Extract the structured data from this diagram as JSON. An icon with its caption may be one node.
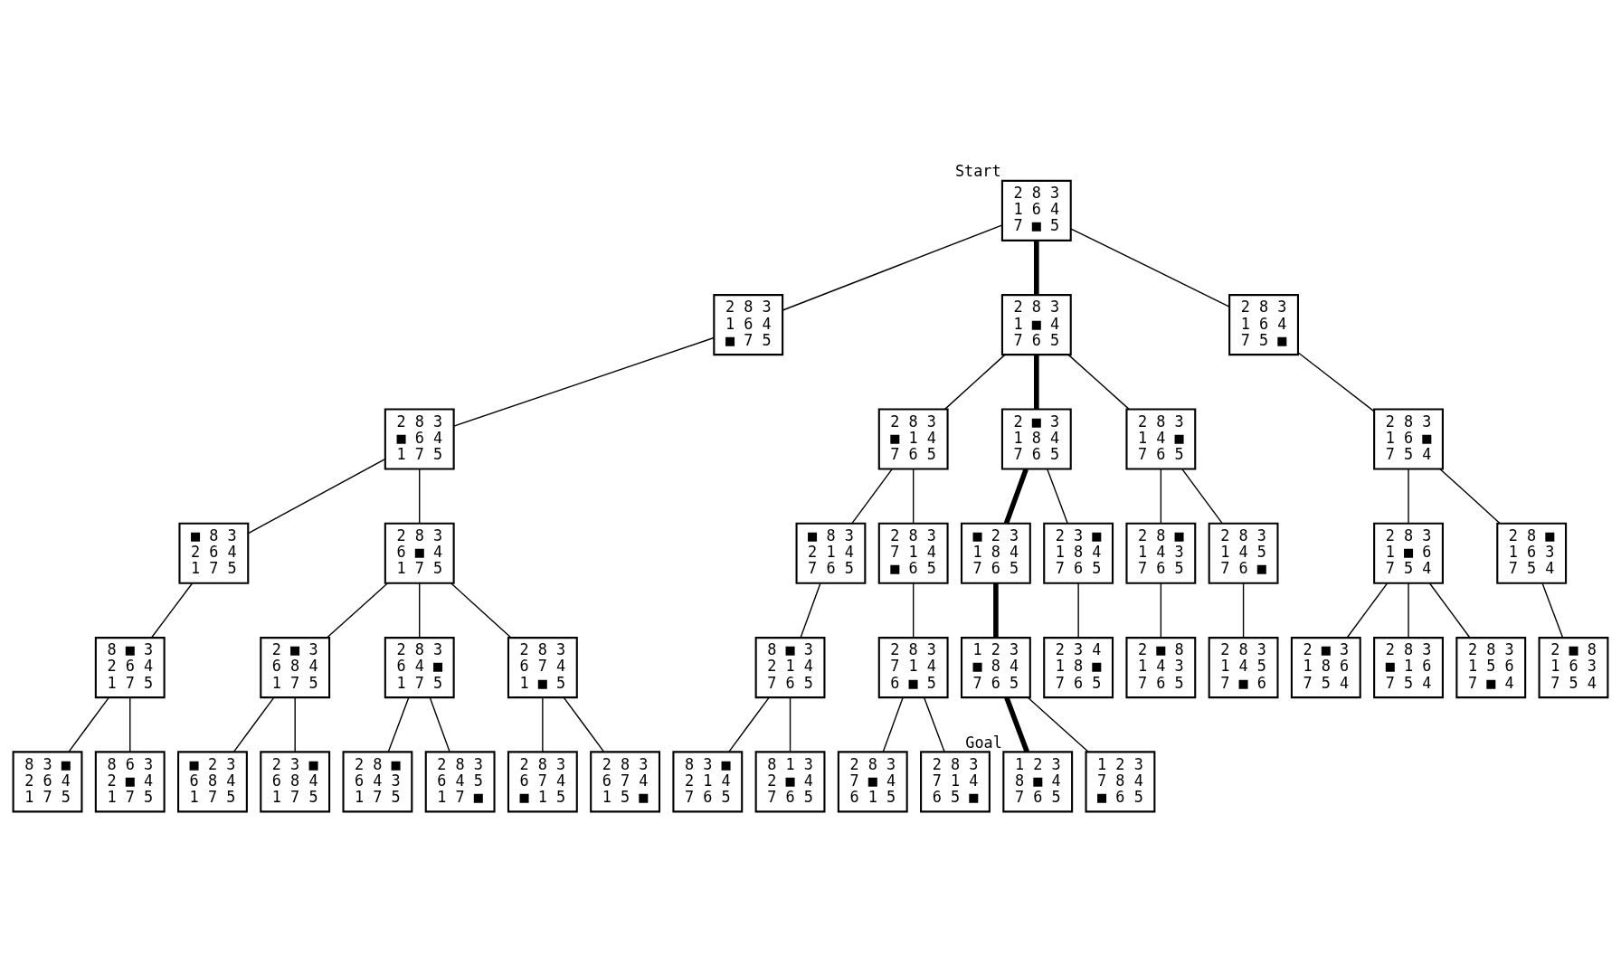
{
  "diagram": {
    "nodes": [
      {
        "text": [
          "2 8 3",
          "1 6 4",
          "7 ■ 5"
        ],
        "beside": [
          "Start"
        ]
      },
      {
        "text": [
          "2 8 3",
          "1 6 4",
          "■ 7 5"
        ]
      },
      {
        "text": [
          "2 8 3",
          "1 ■ 4",
          "7 6 5"
        ]
      },
      {
        "text": [
          "2 8 3",
          "1 6 4",
          "7 5 ■"
        ]
      },
      {
        "text": [
          "2 8 3",
          "■ 6 4",
          "1 7 5"
        ]
      },
      {
        "text": [
          "2 8 3",
          "■ 1 4",
          "7 6 5"
        ]
      },
      {
        "text": [
          "2 ■ 3",
          "1 8 4",
          "7 6 5"
        ]
      },
      {
        "text": [
          "2 8 3",
          "1 4 ■",
          "7 6 5"
        ]
      },
      {
        "text": [
          "2 8 3",
          "1 6 ■",
          "7 5 4"
        ]
      },
      {
        "text": [
          "■ 8 3",
          "2 6 4",
          "1 7 5"
        ]
      },
      {
        "text": [
          "2 8 3",
          "6 ■ 4",
          "1 7 5"
        ]
      },
      {
        "text": [
          "■ 8 3",
          "2 1 4",
          "7 6 5"
        ]
      },
      {
        "text": [
          "2 8 3",
          "7 1 4",
          "■ 6 5"
        ]
      },
      {
        "text": [
          "■ 2 3",
          "1 8 4",
          "7 6 5"
        ]
      },
      {
        "text": [
          "2 3 ■",
          "1 8 4",
          "7 6 5"
        ]
      },
      {
        "text": [
          "2 8 ■",
          "1 4 3",
          "7 6 5"
        ]
      },
      {
        "text": [
          "2 8 3",
          "1 4 5",
          "7 6 ■"
        ]
      },
      {
        "text": [
          "2 8 3",
          "1 ■ 6",
          "7 5 4"
        ]
      },
      {
        "text": [
          "2 8 ■",
          "1 6 3",
          "7 5 4"
        ]
      },
      {
        "text": [
          "8 ■ 3",
          "2 6 4",
          "1 7 5"
        ]
      },
      {
        "text": [
          "2 ■ 3",
          "6 8 4",
          "1 7 5"
        ]
      },
      {
        "text": [
          "2 8 3",
          "6 4 ■",
          "1 7 5"
        ]
      },
      {
        "text": [
          "2 8 3",
          "6 7 4",
          "1 ■ 5"
        ]
      },
      {
        "text": [
          "8 ■ 3",
          "2 1 4",
          "7 6 5"
        ]
      },
      {
        "text": [
          "2 8 3",
          "7 1 4",
          "6 ■ 5"
        ]
      },
      {
        "text": [
          "1 2 3",
          "■ 8 4",
          "7 6 5"
        ]
      },
      {
        "text": [
          "2 3 4",
          "1 8 ■",
          "7 6 5"
        ]
      },
      {
        "text": [
          "2 ■ 8",
          "1 4 3",
          "7 6 5"
        ]
      },
      {
        "text": [
          "2 8 3",
          "1 4 5",
          "7 ■ 6"
        ]
      },
      {
        "text": [
          "2 ■ 3",
          "1 8 6",
          "7 5 4"
        ]
      },
      {
        "text": [
          "2 8 3",
          "■ 1 6",
          "7 5 4"
        ]
      },
      {
        "text": [
          "2 8 3",
          "1 5 6",
          "7 ■ 4"
        ]
      },
      {
        "text": [
          "2 ■ 8",
          "1 6 3",
          "7 5 4"
        ]
      },
      {
        "text": [
          "8 3 ■",
          "2 6 4",
          "1 7 5"
        ]
      },
      {
        "text": [
          "8 6 3",
          "2 ■ 4",
          "1 7 5"
        ]
      },
      {
        "text": [
          "■ 2 3",
          "6 8 4",
          "1 7 5"
        ]
      },
      {
        "text": [
          "2 3 ■",
          "6 8 4",
          "1 7 5"
        ]
      },
      {
        "text": [
          "2 8 ■",
          "6 4 3",
          "1 7 5"
        ]
      },
      {
        "text": [
          "2 8 3",
          "6 4 5",
          "1 7 ■"
        ]
      },
      {
        "text": [
          "2 8 3",
          "6 7 4",
          "■ 1 5"
        ]
      },
      {
        "text": [
          "2 8 3",
          "6 7 4",
          "1 5 ■"
        ]
      },
      {
        "text": [
          "8 3 ■",
          "2 1 4",
          "7 6 5"
        ]
      },
      {
        "text": [
          "8 1 3",
          "2 ■ 4",
          "7 6 5"
        ]
      },
      {
        "text": [
          "2 8 3",
          "7 ■ 4",
          "6 1 5"
        ]
      },
      {
        "text": [
          "2 8 3",
          "7 1 4",
          "6 5 ■"
        ]
      },
      {
        "text": [
          "1 2 3",
          "8 ■ 4",
          "7 6 5"
        ],
        "beside": [
          "Goal"
        ]
      },
      {
        "text": [
          "1 2 3",
          "7 8 4",
          "■ 6 5"
        ]
      }
    ],
    "edges": [
      {
        "from": 0,
        "to": 1,
        "arrow": "none"
      },
      {
        "from": 0,
        "to": 2,
        "arrow": "none",
        "style": "thick"
      },
      {
        "from": 0,
        "to": 3,
        "arrow": "none"
      },
      {
        "from": 1,
        "to": 4,
        "arrow": "none"
      },
      {
        "from": 2,
        "to": 5,
        "arrow": "none"
      },
      {
        "from": 2,
        "to": 6,
        "arrow": "none",
        "style": "thick"
      },
      {
        "from": 2,
        "to": 7,
        "arrow": "none"
      },
      {
        "from": 3,
        "to": 8,
        "arrow": "none"
      },
      {
        "from": 4,
        "to": 9,
        "arrow": "none"
      },
      {
        "from": 4,
        "to": 10,
        "arrow": "none"
      },
      {
        "from": 5,
        "to": 11,
        "arrow": "none"
      },
      {
        "from": 5,
        "to": 12,
        "arrow": "none"
      },
      {
        "from": 6,
        "to": 13,
        "arrow": "none",
        "style": "thick"
      },
      {
        "from": 6,
        "to": 14,
        "arrow": "none"
      },
      {
        "from": 7,
        "to": 15,
        "arrow": "none"
      },
      {
        "from": 7,
        "to": 16,
        "arrow": "none"
      },
      {
        "from": 8,
        "to": 17,
        "arrow": "none"
      },
      {
        "from": 8,
        "to": 18,
        "arrow": "none"
      },
      {
        "from": 9,
        "to": 19,
        "arrow": "none"
      },
      {
        "from": 10,
        "to": 20,
        "arrow": "none"
      },
      {
        "from": 10,
        "to": 21,
        "arrow": "none"
      },
      {
        "from": 10,
        "to": 22,
        "arrow": "none"
      },
      {
        "from": 11,
        "to": 23,
        "arrow": "none"
      },
      {
        "from": 12,
        "to": 24,
        "arrow": "none"
      },
      {
        "from": 13,
        "to": 25,
        "arrow": "none",
        "style": "thick"
      },
      {
        "from": 14,
        "to": 26,
        "arrow": "none"
      },
      {
        "from": 15,
        "to": 27,
        "arrow": "none"
      },
      {
        "from": 16,
        "to": 28,
        "arrow": "none"
      },
      {
        "from": 17,
        "to": 29,
        "arrow": "none"
      },
      {
        "from": 17,
        "to": 30,
        "arrow": "none"
      },
      {
        "from": 17,
        "to": 31,
        "arrow": "none"
      },
      {
        "from": 18,
        "to": 32,
        "arrow": "none"
      },
      {
        "from": 19,
        "to": 33,
        "arrow": "none"
      },
      {
        "from": 19,
        "to": 34,
        "arrow": "none"
      },
      {
        "from": 20,
        "to": 35,
        "arrow": "none"
      },
      {
        "from": 20,
        "to": 36,
        "arrow": "none"
      },
      {
        "from": 21,
        "to": 37,
        "arrow": "none"
      },
      {
        "from": 21,
        "to": 38,
        "arrow": "none"
      },
      {
        "from": 22,
        "to": 39,
        "arrow": "none"
      },
      {
        "from": 22,
        "to": 40,
        "arrow": "none"
      },
      {
        "from": 23,
        "to": 41,
        "arrow": "none"
      },
      {
        "from": 23,
        "to": 42,
        "arrow": "none"
      },
      {
        "from": 24,
        "to": 43,
        "arrow": "none"
      },
      {
        "from": 24,
        "to": 44,
        "arrow": "none"
      },
      {
        "from": 25,
        "to": 45,
        "arrow": "none",
        "style": "thick"
      },
      {
        "from": 25,
        "to": 46,
        "arrow": "none"
      }
    ]
  }
}
